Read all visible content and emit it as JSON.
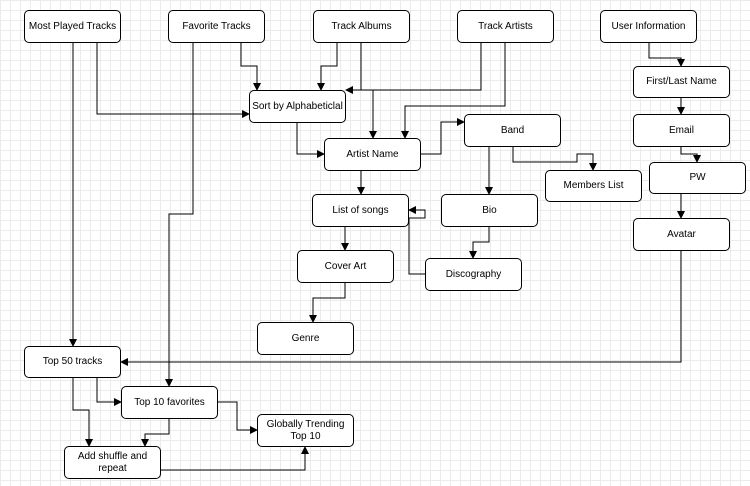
{
  "nodes": {
    "most_played": "Most Played Tracks",
    "favorite_tracks": "Favorite Tracks",
    "track_albums": "Track Albums",
    "track_artists": "Track Artists",
    "user_information": "User Information",
    "first_last_name": "First/Last Name",
    "email": "Email",
    "pw": "PW",
    "avatar": "Avatar",
    "sort_alpha": "Sort by Alphabeticlal",
    "artist_name": "Artist Name",
    "band": "Band",
    "members_list": "Members List",
    "list_of_songs": "List of songs",
    "bio": "Bio",
    "cover_art": "Cover Art",
    "discography": "Discography",
    "genre": "Genre",
    "top50": "Top 50 tracks",
    "top10fav": "Top 10 favorites",
    "trending": "Globally Trending Top 10",
    "shuffle": "Add shuffle and repeat"
  },
  "colors": {
    "line": "#000000",
    "grid": "#ebebeb",
    "node_border": "#000000"
  }
}
